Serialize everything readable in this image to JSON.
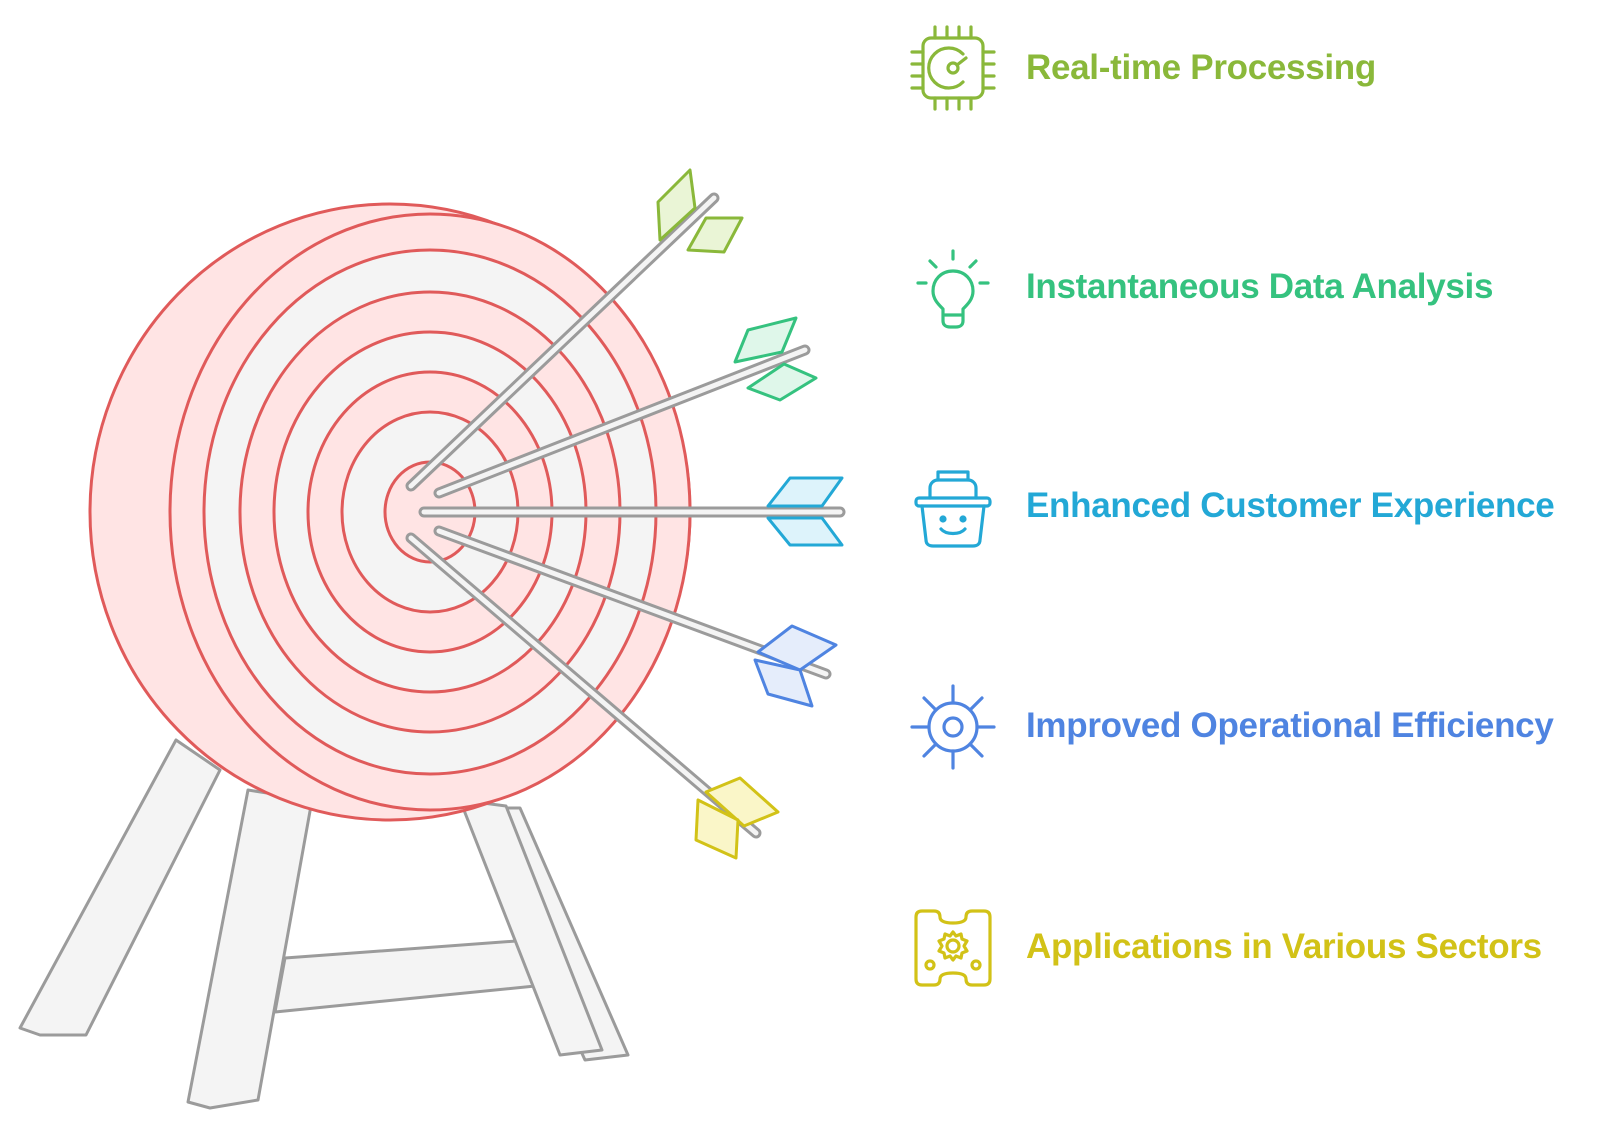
{
  "diagram": {
    "items": [
      {
        "label": "Real-time Processing",
        "color": "#8ab83a",
        "icon": "cpu-chip-icon"
      },
      {
        "label": "Instantaneous Data Analysis",
        "color": "#35c27f",
        "icon": "lightbulb-icon"
      },
      {
        "label": "Enhanced Customer Experience",
        "color": "#23a8d6",
        "icon": "smiling-basket-icon"
      },
      {
        "label": "Improved Operational Efficiency",
        "color": "#4f84e1",
        "icon": "gear-icon"
      },
      {
        "label": "Applications in Various Sectors",
        "color": "#d2c217",
        "icon": "sector-gear-icon"
      }
    ],
    "target_colors": {
      "outline": "#e05a5a",
      "ring_fill": "#ffe4e4",
      "white_band": "#f4f4f4",
      "stand": "#9b9b9b"
    }
  }
}
